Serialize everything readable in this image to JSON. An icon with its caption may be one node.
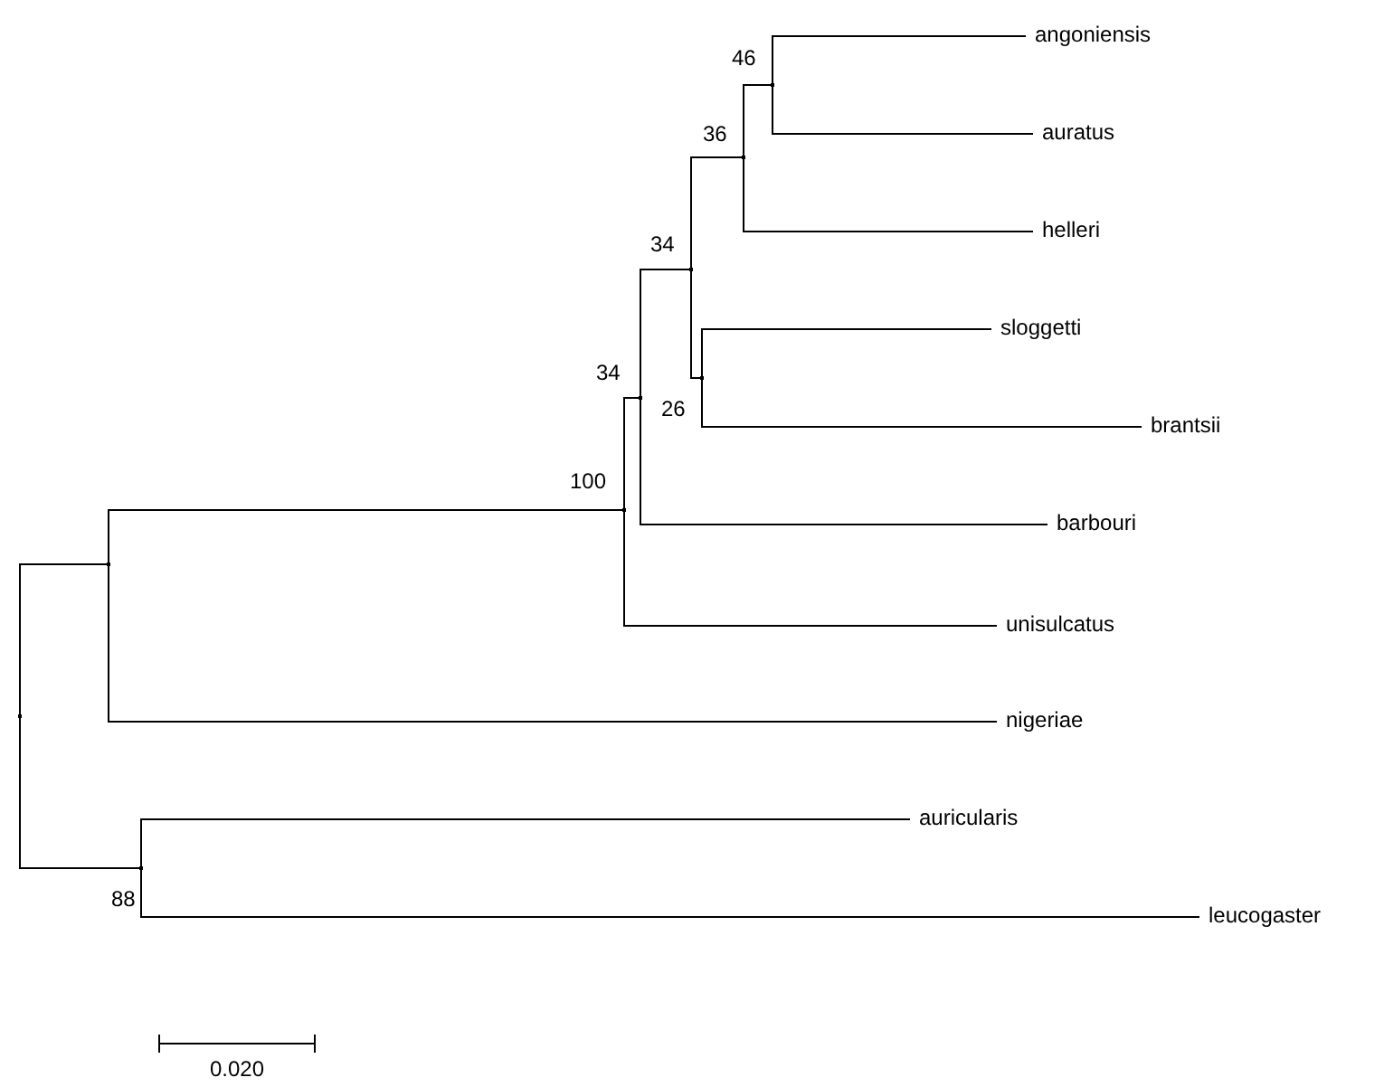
{
  "diagram": {
    "nodes": [
      {
        "text": [],
        "shape": "point"
      },
      {
        "text": [],
        "shape": "point"
      },
      {
        "text": [],
        "shape": "point",
        "beside": [
          "100"
        ]
      },
      {
        "text": [],
        "shape": "point",
        "beside": [
          "34"
        ]
      },
      {
        "text": [],
        "shape": "point",
        "beside": [
          "34"
        ]
      },
      {
        "text": [],
        "shape": "point",
        "beside": [
          "36"
        ]
      },
      {
        "text": [],
        "shape": "point",
        "beside": [
          "46"
        ]
      },
      {
        "text": [
          "angoniensis"
        ]
      },
      {
        "text": [
          "auratus"
        ]
      },
      {
        "text": [
          "helleri"
        ]
      },
      {
        "text": [],
        "shape": "point",
        "beside": [
          "26"
        ]
      },
      {
        "text": [
          "sloggetti"
        ]
      },
      {
        "text": [
          "brantsii"
        ]
      },
      {
        "text": [
          "barbouri"
        ]
      },
      {
        "text": [
          "unisulcatus"
        ]
      },
      {
        "text": [
          "nigeriae"
        ]
      },
      {
        "text": [],
        "shape": "point",
        "beside": [
          "88"
        ]
      },
      {
        "text": [
          "auricularis"
        ]
      },
      {
        "text": [
          "leucogaster"
        ]
      }
    ],
    "edges": [
      {
        "from": 0,
        "to": 1,
        "arrow": "none"
      },
      {
        "from": 0,
        "to": 16,
        "arrow": "none"
      },
      {
        "from": 1,
        "to": 2,
        "arrow": "none"
      },
      {
        "from": 1,
        "to": 15,
        "arrow": "none"
      },
      {
        "from": 2,
        "to": 3,
        "arrow": "none"
      },
      {
        "from": 2,
        "to": 14,
        "arrow": "none"
      },
      {
        "from": 3,
        "to": 4,
        "arrow": "none"
      },
      {
        "from": 3,
        "to": 13,
        "arrow": "none"
      },
      {
        "from": 4,
        "to": 5,
        "arrow": "none"
      },
      {
        "from": 4,
        "to": 10,
        "arrow": "none"
      },
      {
        "from": 5,
        "to": 6,
        "arrow": "none"
      },
      {
        "from": 5,
        "to": 9,
        "arrow": "none"
      },
      {
        "from": 6,
        "to": 7,
        "arrow": "none"
      },
      {
        "from": 6,
        "to": 8,
        "arrow": "none"
      },
      {
        "from": 10,
        "to": 11,
        "arrow": "none"
      },
      {
        "from": 10,
        "to": 12,
        "arrow": "none"
      },
      {
        "from": 16,
        "to": 17,
        "arrow": "none"
      },
      {
        "from": 16,
        "to": 18,
        "arrow": "none"
      }
    ],
    "labels": [
      "0.020"
    ]
  }
}
